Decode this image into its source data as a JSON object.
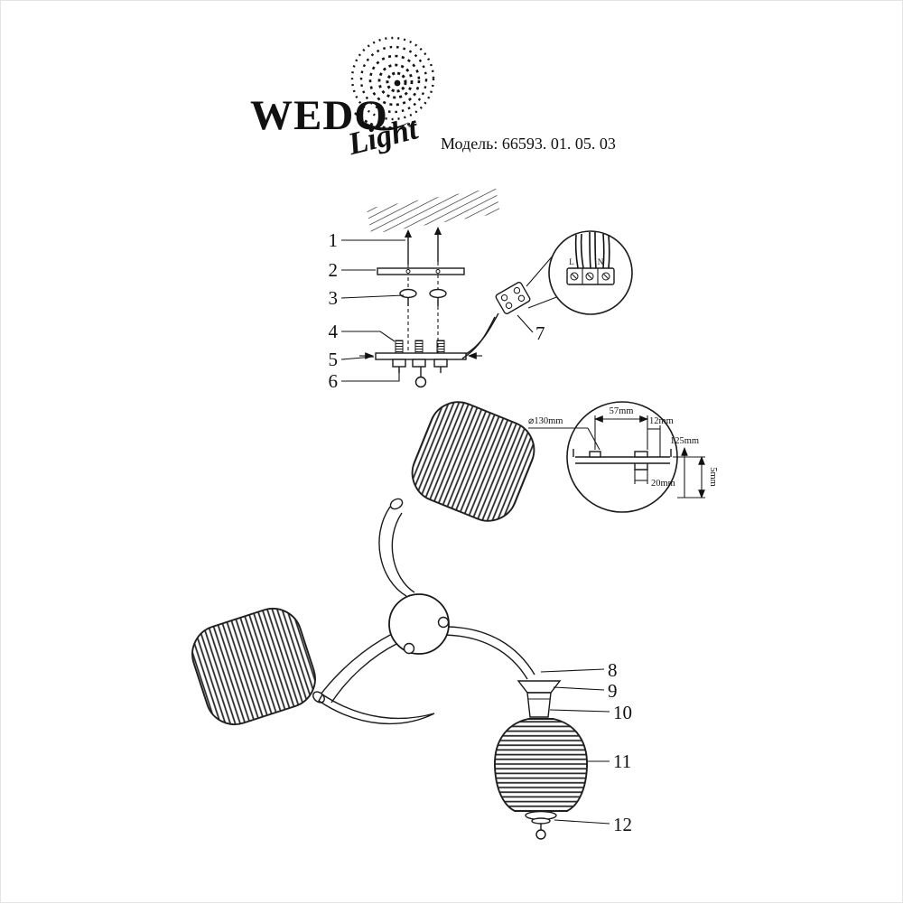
{
  "logo": {
    "wedo": "WEDO",
    "light": "Light"
  },
  "model_text": "Модель: 66593. 01. 05. 03",
  "parts": [
    "1",
    "2",
    "3",
    "4",
    "5",
    "6",
    "7",
    "8",
    "9",
    "10",
    "11",
    "12"
  ],
  "terminal": {
    "l": "L",
    "n": "N"
  },
  "dimensions": {
    "diameter": "⌀130mm",
    "width_top": "57mm",
    "width_small": "12mm",
    "height": "125mm",
    "channel": "20mm",
    "thickness": "5mm"
  },
  "colors": {
    "ink": "#1a1a1a",
    "paper": "#ffffff"
  }
}
